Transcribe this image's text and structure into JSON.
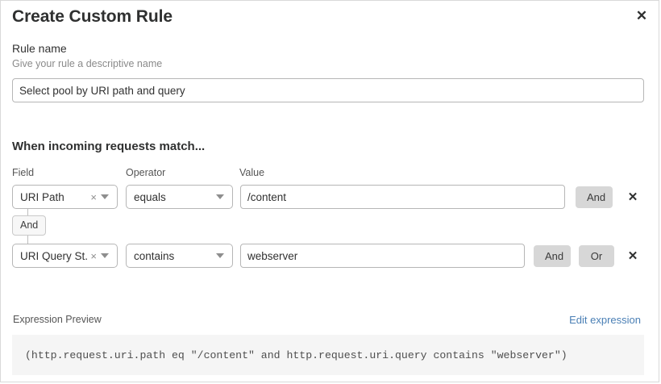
{
  "dialog": {
    "title": "Create Custom Rule",
    "close_icon": "close-icon",
    "close_glyph": "✕"
  },
  "rule_name": {
    "label": "Rule name",
    "help": "Give your rule a descriptive name",
    "value": "Select pool by URI path and query",
    "placeholder": "Give your rule a descriptive name"
  },
  "match_section": {
    "heading": "When incoming requests match...",
    "columns": {
      "field": "Field",
      "operator": "Operator",
      "value": "Value"
    },
    "connector": {
      "label": "And"
    },
    "rows": [
      {
        "field": "URI Path",
        "field_clear_glyph": "×",
        "operator": "equals",
        "value": "/content",
        "logic_and": "And",
        "logic_or": null,
        "delete_glyph": "✕"
      },
      {
        "field": "URI Query St...",
        "field_clear_glyph": "×",
        "operator": "contains",
        "value": "webserver",
        "logic_and": "And",
        "logic_or": "Or",
        "delete_glyph": "✕"
      }
    ]
  },
  "expression_preview": {
    "label": "Expression Preview",
    "edit_link": "Edit expression",
    "expression": "(http.request.uri.path eq \"/content\" and http.request.uri.query contains \"webserver\")"
  },
  "colors": {
    "link": "#4a7fb5",
    "button_grey": "#d7d7d7",
    "preview_bg": "#f5f5f5",
    "border": "#b6b6b6"
  }
}
